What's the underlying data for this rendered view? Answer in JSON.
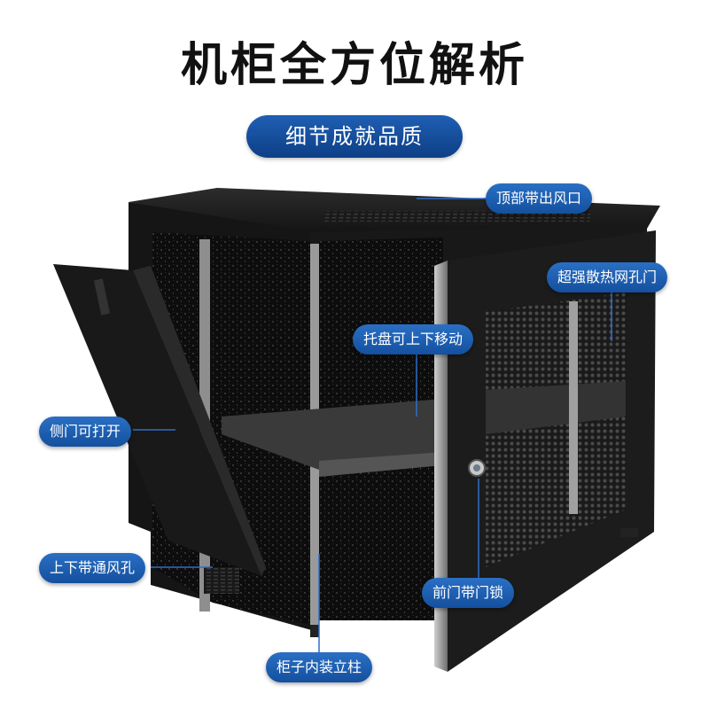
{
  "title": "机柜全方位解析",
  "subtitle": "细节成就品质",
  "callouts": {
    "top_vent": "顶部带出风口",
    "front_door_mesh": "超强散热网孔门",
    "tray": "托盘可上下移动",
    "side_door": "侧门可打开",
    "bottom_vent": "上下带通风孔",
    "front_lock": "前门带门锁",
    "posts": "柜子内装立柱"
  },
  "colors": {
    "pill_blue": "#1a5aac",
    "cabinet_black": "#111111",
    "leader_line": "#2f6ec6"
  }
}
